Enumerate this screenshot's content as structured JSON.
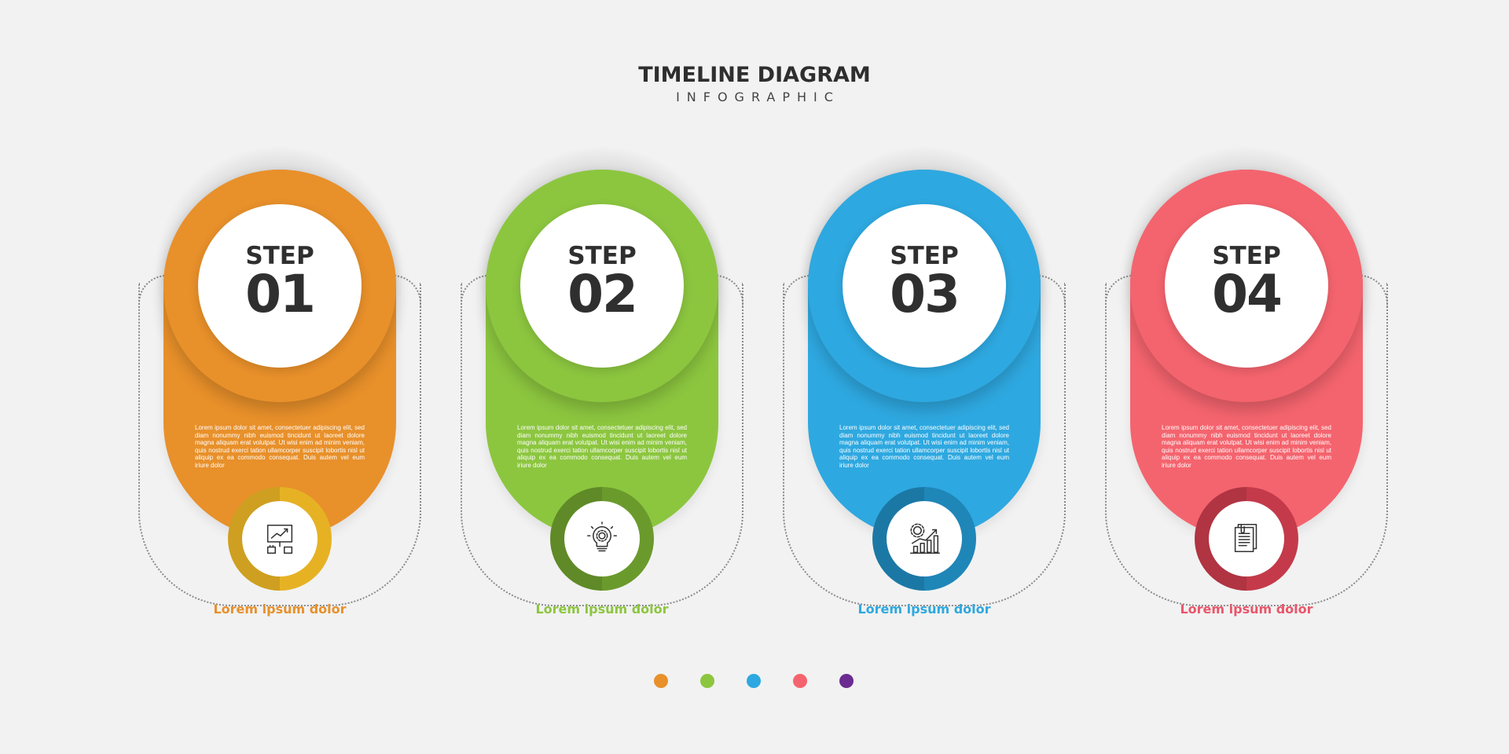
{
  "header": {
    "title": "TIMELINE DIAGRAM",
    "subtitle": "INFOGRAPHIC"
  },
  "steps": [
    {
      "word": "STEP",
      "number": "01",
      "color": "#e8902a",
      "ring_color": "#e6b224",
      "caption_color": "#e8902a",
      "description": "Lorem ipsum dolor sit amet, consectetuer adipiscing elit, sed diam nonummy nibh euismod tincidunt ut laoreet dolore magna aliquam erat volutpat. Ut wisi enim ad minim veniam, quis nostrud exerci tation ullamcorper suscipit lobortis nisl ut aliquip ex ea commodo consequat. Duis autem vel eum iriure dolor",
      "caption": "Lorem ipsum dolor",
      "icon": "presentation-chart-icon"
    },
    {
      "word": "STEP",
      "number": "02",
      "color": "#8cc63f",
      "ring_color": "#6a9a2c",
      "caption_color": "#8cc63f",
      "description": "Lorem ipsum dolor sit amet, consectetuer adipiscing elit, sed diam nonummy nibh euismod tincidunt ut laoreet dolore magna aliquam erat volutpat. Ut wisi enim ad minim veniam, quis nostrud exerci tation ullamcorper suscipit lobortis nisl ut aliquip ex ea commodo consequat. Duis autem vel eum iriure dolor",
      "caption": "Lorem ipsum dolor",
      "icon": "lightbulb-gear-icon"
    },
    {
      "word": "STEP",
      "number": "03",
      "color": "#2ea8e0",
      "ring_color": "#1f86b8",
      "caption_color": "#2ea8e0",
      "description": "Lorem ipsum dolor sit amet, consectetuer adipiscing elit, sed diam nonummy nibh euismod tincidunt ut laoreet dolore magna aliquam erat volutpat. Ut wisi enim ad minim veniam, quis nostrud exerci tation ullamcorper suscipit lobortis nisl ut aliquip ex ea commodo consequat. Duis autem vel eum iriure dolor",
      "caption": "Lorem ipsum dolor",
      "icon": "growth-chart-gear-icon"
    },
    {
      "word": "STEP",
      "number": "04",
      "color": "#f4646e",
      "ring_color": "#c43a4a",
      "caption_color": "#e9566a",
      "description": "Lorem ipsum dolor sit amet, consectetuer adipiscing elit, sed diam nonummy nibh euismod tincidunt ut laoreet dolore magna aliquam erat volutpat. Ut wisi enim ad minim veniam, quis nostrud exerci tation ullamcorper suscipit lobortis nisl ut aliquip ex ea commodo consequat. Duis autem vel eum iriure dolor",
      "caption": "Lorem ipsum dolor",
      "icon": "document-icon"
    }
  ],
  "dots": [
    "#e8902a",
    "#8cc63f",
    "#2ea8e0",
    "#f4646e",
    "#6a2c91"
  ]
}
